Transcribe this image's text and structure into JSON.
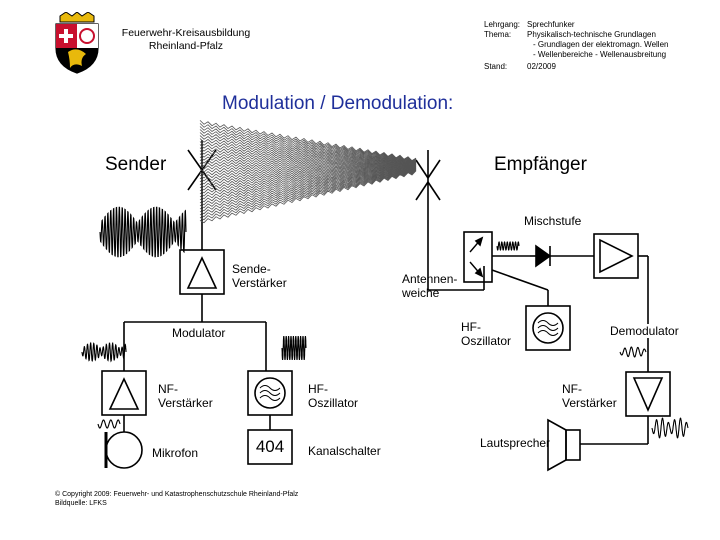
{
  "header": {
    "org_line1": "Feuerwehr-Kreisausbildung",
    "org_line2": "Rheinland-Pfalz",
    "lehrgang_label": "Lehrgang:",
    "lehrgang_value": "Sprechfunker",
    "thema_label": "Thema:",
    "thema_line1": "Physikalisch-technische Grundlagen",
    "thema_line2": "- Grundlagen der elektromagn. Wellen",
    "thema_line3": "- Wellenbereiche - Wellenausbreitung",
    "stand_label": "Stand:",
    "stand_value": "02/2009"
  },
  "title": "Modulation / Demodulation:",
  "labels": {
    "sender": "Sender",
    "empfaenger": "Empfänger",
    "mischstufe": "Mischstufe",
    "sendeverstaerker_1": "Sende-",
    "sendeverstaerker_2": "Verstärker",
    "antennenweiche_1": "Antennen-",
    "antennenweiche_2": "weiche",
    "modulator": "Modulator",
    "hf_oszillator_rx_1": "HF-",
    "hf_oszillator_rx_2": "Oszillator",
    "demodulator": "Demodulator",
    "nf_verstaerker_tx_1": "NF-",
    "nf_verstaerker_tx_2": "Verstärker",
    "hf_oszillator_tx_1": "HF-",
    "hf_oszillator_tx_2": "Oszillator",
    "nf_verstaerker_rx_1": "NF-",
    "nf_verstaerker_rx_2": "Verstärker",
    "mikrofon": "Mikrofon",
    "channel_value": "404",
    "kanalschalter": "Kanalschalter",
    "lautsprecher": "Lautsprecher"
  },
  "footer": {
    "copyright": "© Copyright 2009: Feuerwehr- und Katastrophenschutzschule Rheinland-Pfalz",
    "bildquelle": "Bildquelle: LFKS"
  },
  "colors": {
    "title": "#1f2f9a",
    "ink": "#000000",
    "wave": "#555555",
    "crest_red": "#c8102e",
    "crest_gold": "#e8b90c"
  }
}
